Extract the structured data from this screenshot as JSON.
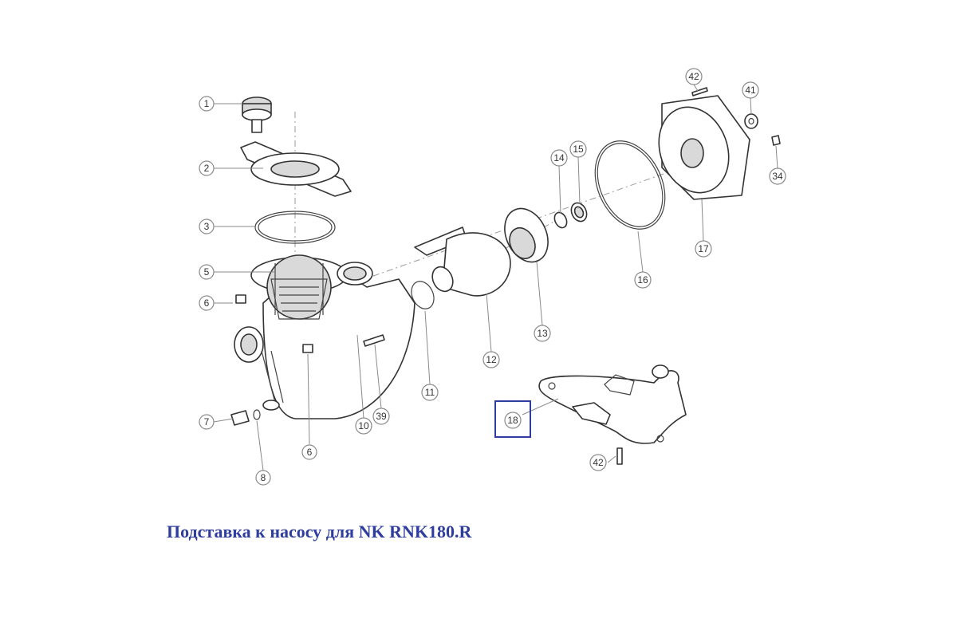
{
  "caption": "Подставка к насосу для NK RNK180.R",
  "highlight_color": "#2e3d9e",
  "callouts": {
    "c1": "1",
    "c2": "2",
    "c3": "3",
    "c5": "5",
    "c6a": "6",
    "c6b": "6",
    "c7": "7",
    "c8": "8",
    "c10": "10",
    "c11": "11",
    "c12": "12",
    "c13": "13",
    "c14": "14",
    "c15": "15",
    "c16": "16",
    "c17": "17",
    "c18": "18",
    "c34": "34",
    "c39": "39",
    "c41": "41",
    "c42a": "42",
    "c42b": "42"
  },
  "highlighted_part": "18"
}
